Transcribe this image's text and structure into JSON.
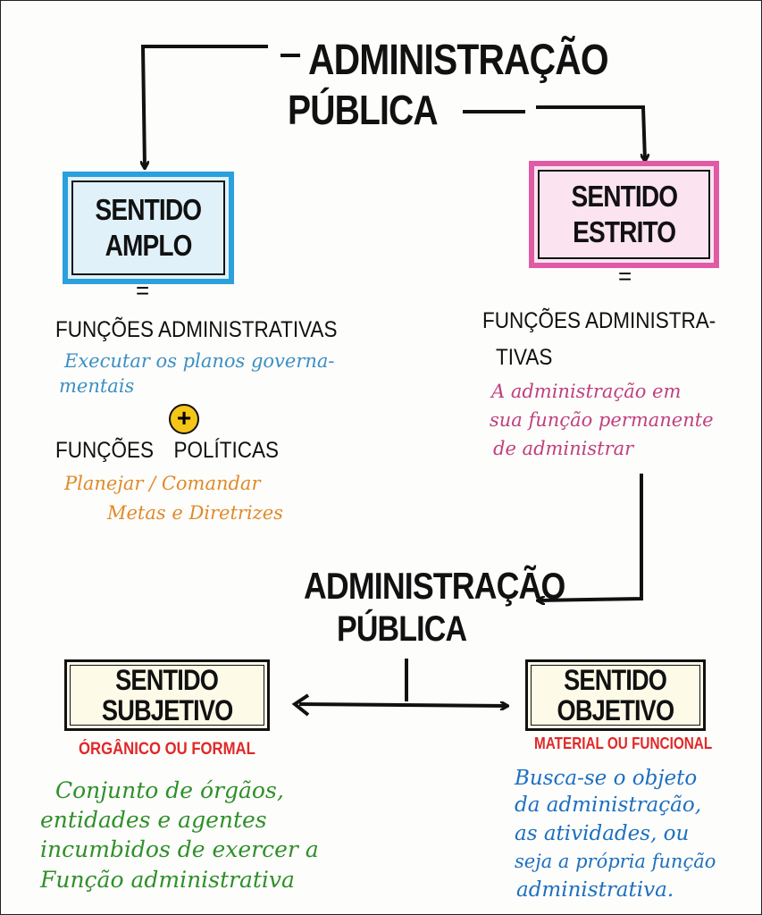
{
  "top_title": {
    "line1": "ADMINISTRAÇÃO",
    "line2": "PÚBLICA"
  },
  "sentido_amplo": {
    "box": {
      "line1": "SENTIDO",
      "line2": "AMPLO"
    },
    "equals": "=",
    "heading1": "FUNÇÕES ADMINISTRATIVAS",
    "desc1": [
      "Executar os planos governa-",
      "mentais"
    ],
    "plus": "+",
    "heading2": "FUNÇÕES POLÍTICAS",
    "desc2": [
      "Planejar / Comandar",
      "Metas e Diretrizes"
    ]
  },
  "sentido_estrito": {
    "box": {
      "line1": "SENTIDO",
      "line2": "ESTRITO"
    },
    "equals": "=",
    "heading_line1": "FUNÇÕES ADMINISTRA-",
    "heading_line2": "TIVAS",
    "desc": [
      "A administração em",
      "sua função permanente",
      "de administrar"
    ]
  },
  "middle_title": {
    "line1": "ADMINISTRAÇÃO",
    "line2": "PÚBLICA"
  },
  "sentido_subjetivo": {
    "box": {
      "line1": "SENTIDO",
      "line2": "SUBJETIVO"
    },
    "label": "ÓRGÂNICO OU FORMAL",
    "desc": [
      "Conjunto de órgãos,",
      "entidades e agentes",
      "incumbidos de exercer a",
      "Função administrativa"
    ]
  },
  "sentido_objetivo": {
    "box": {
      "line1": "SENTIDO",
      "line2": "OBJETIVO"
    },
    "label": "MATERIAL OU FUNCIONAL",
    "desc": [
      "Busca-se o objeto",
      "da administração,",
      "as atividades, ou",
      "seja a própria função",
      "administrativa."
    ]
  },
  "colors": {
    "blue_box": "#2aa0dc",
    "pink_box": "#e05aa6",
    "blue_text": "#3b8fc4",
    "orange_text": "#e08a2a",
    "pink_text": "#c0407e",
    "red_label": "#e02828",
    "green_text": "#2f8f2a",
    "blue_text2": "#1d6fc0",
    "plus_yellow": "#f5c518"
  }
}
